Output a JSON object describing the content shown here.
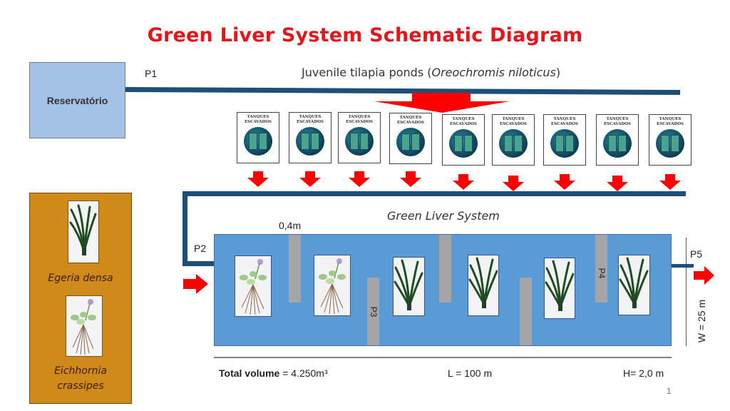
{
  "title": "Green Liver System Schematic Diagram",
  "reservoir": {
    "label": "Reservatório",
    "color": "#a4c2e6"
  },
  "pipes": {
    "p1": "P1",
    "p2": "P2",
    "p3": "P3",
    "p4": "P4",
    "p5": "P5",
    "color": "#1f4e79"
  },
  "ponds": {
    "label_prefix": "Juvenile tilapia ponds (",
    "species": "Oreochromis niloticus",
    "label_suffix": ")",
    "tank_title_line1": "TANQUES",
    "tank_title_line2": "ESCAVADOS",
    "tank_count": 9
  },
  "plants_panel": {
    "color": "#d08a1a",
    "species1": "Egeria densa",
    "species2_line1": "Eichhornia",
    "species2_line2": "crassipes"
  },
  "gls": {
    "label": "Green Liver System",
    "baffle_width_label": "0,4m",
    "width_label": "W = 25 m",
    "color": "#5b9bd5",
    "plants": [
      "Eichhornia crassipes",
      "Eichhornia crassipes",
      "Egeria densa",
      "Egeria densa",
      "Egeria densa",
      "Egeria densa"
    ]
  },
  "footer": {
    "total_volume_label": "Total volume",
    "total_volume_value": " = 4.250m³",
    "length": "L = 100 m",
    "height": "H= 2,0 m",
    "page_number": "1"
  },
  "arrow_color": "#ff0000"
}
